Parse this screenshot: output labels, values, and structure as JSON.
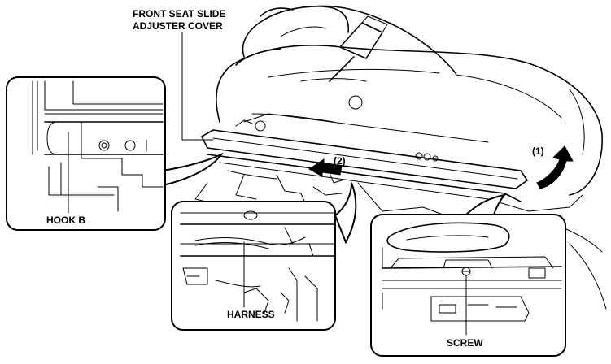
{
  "labels": {
    "cover_line1": "FRONT SEAT SLIDE",
    "cover_line2": "ADJUSTER COVER",
    "hook": "HOOK B",
    "harness": "HARNESS",
    "screw": "SCREW",
    "step1": "(1)",
    "step2": "(2)"
  }
}
